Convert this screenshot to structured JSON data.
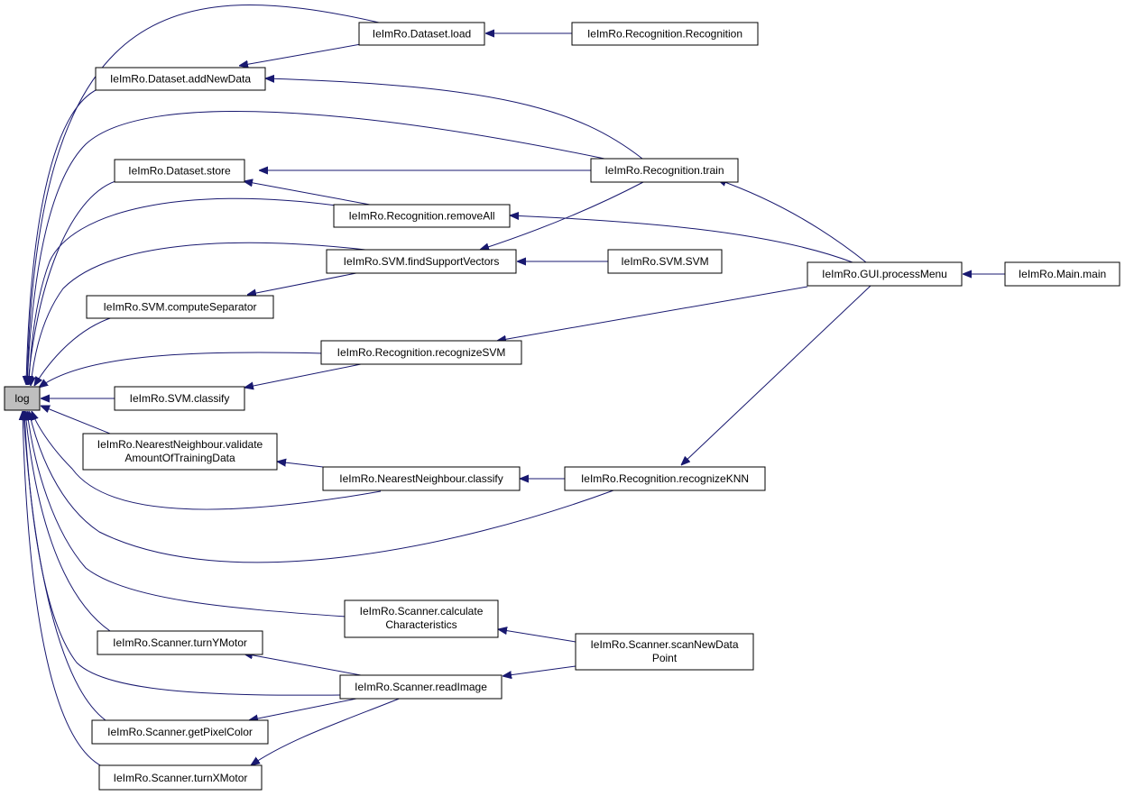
{
  "colors": {
    "edge": "#191970",
    "node_border": "#000000",
    "node_fill": "#ffffff",
    "focus_fill": "#bfbfbf"
  },
  "nodes": {
    "log": [
      "log"
    ],
    "dataset_load": [
      "IeImRo.Dataset.load"
    ],
    "recognition_ctor": [
      "IeImRo.Recognition.Recognition"
    ],
    "dataset_addnewdata": [
      "IeImRo.Dataset.addNewData"
    ],
    "dataset_store": [
      "IeImRo.Dataset.store"
    ],
    "recognition_train": [
      "IeImRo.Recognition.train"
    ],
    "recognition_removeall": [
      "IeImRo.Recognition.removeAll"
    ],
    "svm_findsupportvectors": [
      "IeImRo.SVM.findSupportVectors"
    ],
    "svm_ctor": [
      "IeImRo.SVM.SVM"
    ],
    "gui_processmenu": [
      "IeImRo.GUI.processMenu"
    ],
    "main_main": [
      "IeImRo.Main.main"
    ],
    "svm_computeseparator": [
      "IeImRo.SVM.computeSeparator"
    ],
    "recognition_recognizesvm": [
      "IeImRo.Recognition.recognizeSVM"
    ],
    "svm_classify": [
      "IeImRo.SVM.classify"
    ],
    "nn_validate": [
      "IeImRo.NearestNeighbour.validate",
      "AmountOfTrainingData"
    ],
    "nn_classify": [
      "IeImRo.NearestNeighbour.classify"
    ],
    "recognition_recognizeknn": [
      "IeImRo.Recognition.recognizeKNN"
    ],
    "scanner_calculate": [
      "IeImRo.Scanner.calculate",
      "Characteristics"
    ],
    "scanner_turnymotor": [
      "IeImRo.Scanner.turnYMotor"
    ],
    "scanner_scannewdata": [
      "IeImRo.Scanner.scanNewData",
      "Point"
    ],
    "scanner_readimage": [
      "IeImRo.Scanner.readImage"
    ],
    "scanner_getpixelcolor": [
      "IeImRo.Scanner.getPixelColor"
    ],
    "scanner_turnxmotor": [
      "IeImRo.Scanner.turnXMotor"
    ]
  }
}
